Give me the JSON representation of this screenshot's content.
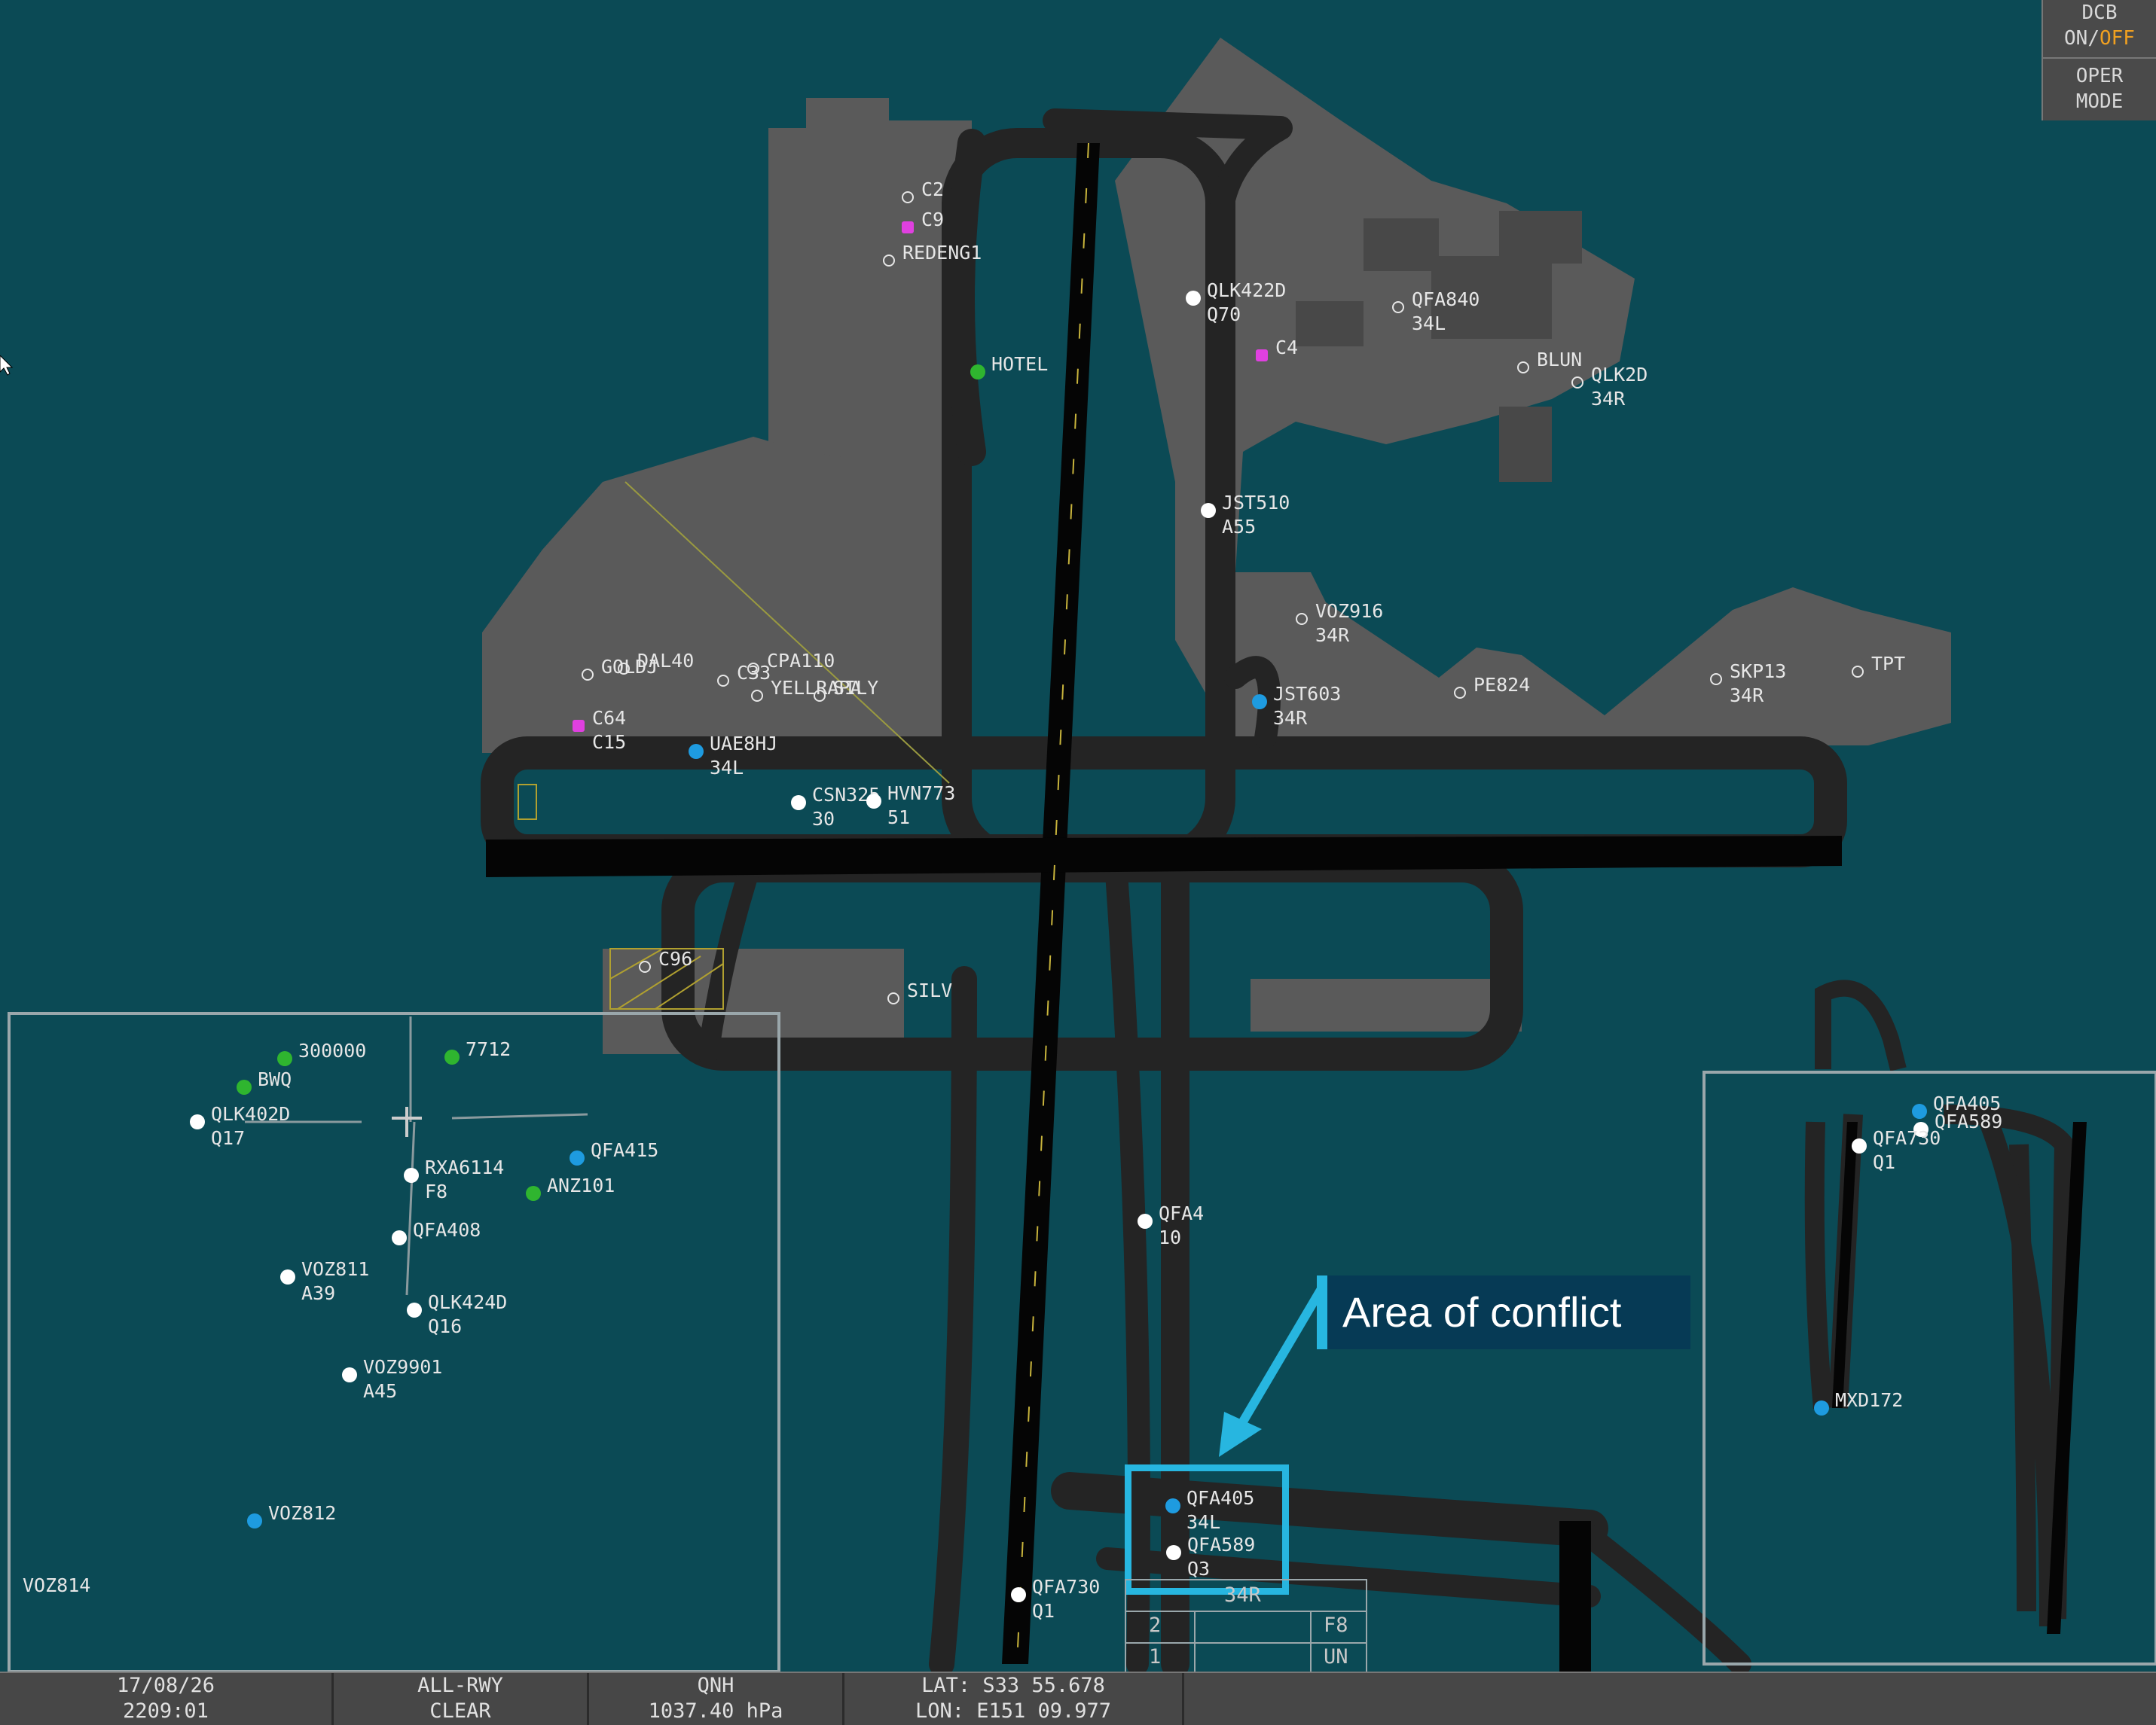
{
  "dcb": {
    "label": "DCB",
    "on": "ON/",
    "off": "OFF",
    "oper_mode": [
      "OPER",
      "MODE"
    ]
  },
  "status_bar": {
    "date": "17/08/26",
    "time": "2209:01",
    "runway_mode": "ALL-RWY",
    "runway_state": "CLEAR",
    "qnh_label": "QNH",
    "qnh_value": "1037.40 hPa",
    "lat": "LAT: S33 55.678",
    "lon": "LON: E151 09.977"
  },
  "annotation": {
    "text": "Area of conflict",
    "color": "#27b6e0"
  },
  "colors": {
    "background": "#0b4a55",
    "pavement": "#242424",
    "apron": "#5a5a5a",
    "runway": "#050505",
    "target_white": "#ffffff",
    "target_blue": "#1e9be0",
    "target_green": "#2fb52f",
    "target_magenta": "#e040e0",
    "highlight": "#27b6e0"
  },
  "runway_table": {
    "header": "34R",
    "rows": [
      [
        "2",
        "",
        "F8"
      ],
      [
        "1",
        "",
        "UN"
      ]
    ]
  },
  "main_targets": [
    {
      "type": "ring",
      "lines": [
        "C2"
      ]
    },
    {
      "type": "magenta",
      "lines": [
        "C9"
      ]
    },
    {
      "type": "ring",
      "lines": [
        "REDENG1"
      ]
    },
    {
      "type": "white",
      "lines": [
        "QLK422D",
        "Q70"
      ]
    },
    {
      "type": "ring",
      "lines": [
        "QFA840",
        "34L"
      ]
    },
    {
      "type": "green",
      "lines": [
        "HOTEL"
      ]
    },
    {
      "type": "magenta",
      "lines": [
        "C4"
      ]
    },
    {
      "type": "ring",
      "lines": [
        "BLUN"
      ]
    },
    {
      "type": "ring",
      "lines": [
        "QLK2D",
        "34R"
      ]
    },
    {
      "type": "white",
      "lines": [
        "JST510",
        "A55"
      ]
    },
    {
      "type": "ring",
      "lines": [
        "VOZ916",
        "34R"
      ]
    },
    {
      "type": "ring",
      "lines": [
        "DAL40"
      ]
    },
    {
      "type": "ring",
      "lines": [
        "GOLDJ"
      ]
    },
    {
      "type": "ring",
      "lines": [
        "CPA110"
      ]
    },
    {
      "type": "ring",
      "lines": [
        "C33"
      ]
    },
    {
      "type": "ring",
      "lines": [
        "YELLRAPA"
      ]
    },
    {
      "type": "ring",
      "lines": [
        "SILY"
      ]
    },
    {
      "type": "blue",
      "lines": [
        "JST603",
        "34R"
      ]
    },
    {
      "type": "ring",
      "lines": [
        "PE824"
      ]
    },
    {
      "type": "ring",
      "lines": [
        "SKP13",
        "34R"
      ]
    },
    {
      "type": "ring",
      "lines": [
        "TPT"
      ]
    },
    {
      "type": "magenta",
      "lines": [
        "C64",
        "C15"
      ]
    },
    {
      "type": "blue",
      "lines": [
        "UAE8HJ",
        "34L"
      ]
    },
    {
      "type": "white",
      "lines": [
        "CSN325",
        "30"
      ]
    },
    {
      "type": "white",
      "lines": [
        "HVN773",
        "51"
      ]
    },
    {
      "type": "ring",
      "lines": [
        "C96"
      ]
    },
    {
      "type": "ring",
      "lines": [
        "SILV"
      ]
    },
    {
      "type": "white",
      "lines": [
        "QFA4",
        "10"
      ]
    },
    {
      "type": "blue",
      "lines": [
        "QFA405",
        "34L"
      ]
    },
    {
      "type": "white",
      "lines": [
        "QFA589",
        "Q3"
      ]
    },
    {
      "type": "white",
      "lines": [
        "QFA730",
        "Q1"
      ]
    }
  ],
  "left_inset_targets": [
    {
      "type": "green",
      "lines": [
        "300000"
      ]
    },
    {
      "type": "green",
      "lines": [
        "BWQ"
      ]
    },
    {
      "type": "green",
      "lines": [
        "7712"
      ]
    },
    {
      "type": "white",
      "lines": [
        "QLK402D",
        "Q17"
      ]
    },
    {
      "type": "white",
      "lines": [
        "RXA6114",
        "F8"
      ]
    },
    {
      "type": "blue",
      "lines": [
        "QFA415"
      ]
    },
    {
      "type": "green",
      "lines": [
        "ANZ101"
      ]
    },
    {
      "type": "white",
      "lines": [
        "QFA408"
      ]
    },
    {
      "type": "white",
      "lines": [
        "VOZ811",
        "A39"
      ]
    },
    {
      "type": "white",
      "lines": [
        "QLK424D",
        "Q16"
      ]
    },
    {
      "type": "white",
      "lines": [
        "VOZ9901",
        "A45"
      ]
    },
    {
      "type": "blue",
      "lines": [
        "VOZ812"
      ]
    },
    {
      "type": "none",
      "lines": [
        "VOZ814"
      ]
    }
  ],
  "right_inset_targets": [
    {
      "type": "blue",
      "lines": [
        "QFA405"
      ]
    },
    {
      "type": "white",
      "lines": [
        "QFA589"
      ]
    },
    {
      "type": "white",
      "lines": [
        "QFA730",
        "Q1"
      ]
    },
    {
      "type": "blue",
      "lines": [
        "MXD172"
      ]
    }
  ]
}
